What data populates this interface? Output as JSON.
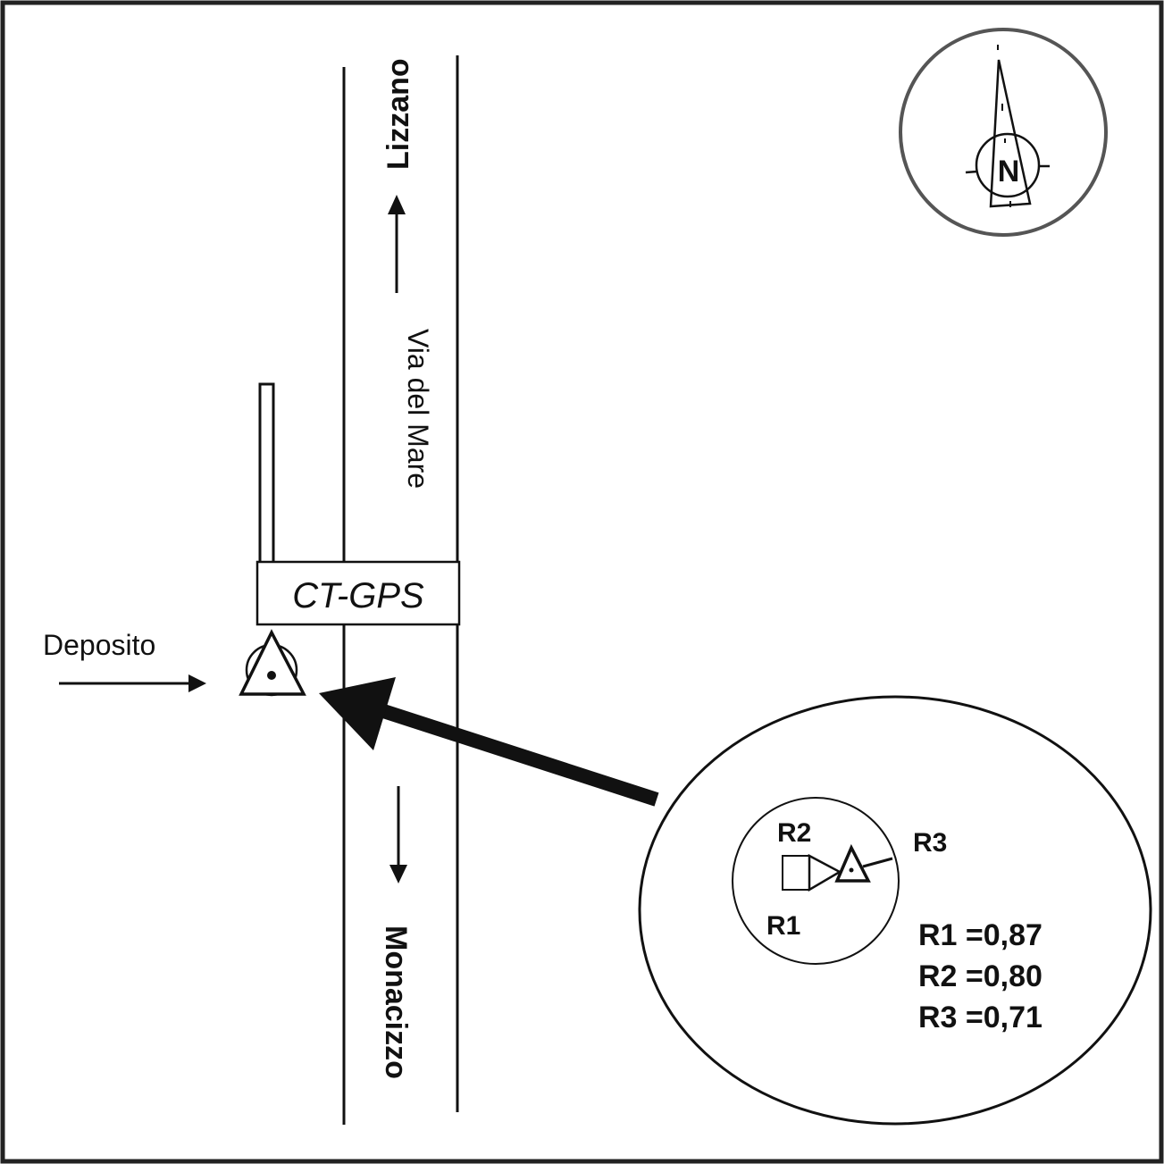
{
  "diagram": {
    "road": {
      "name": "Via del Mare",
      "north_destination": "Lizzano",
      "south_destination": "Monacizzo"
    },
    "station": {
      "label": "CT-GPS"
    },
    "inlet": {
      "label": "Deposito"
    },
    "compass": {
      "label": "N",
      "icon": "north-arrow-icon"
    },
    "inset": {
      "labels": {
        "r1": "R1",
        "r2": "R2",
        "r3": "R3"
      },
      "values": [
        {
          "name": "R1",
          "value": "0,87",
          "text": "R1 =0,87"
        },
        {
          "name": "R2",
          "value": "0,80",
          "text": "R2 =0,80"
        },
        {
          "name": "R3",
          "value": "0,71",
          "text": "R3 =0,71"
        }
      ]
    },
    "colors": {
      "line": "#111111",
      "frame": "#222222",
      "compass_ring": "#555555",
      "background": "#ffffff"
    }
  }
}
